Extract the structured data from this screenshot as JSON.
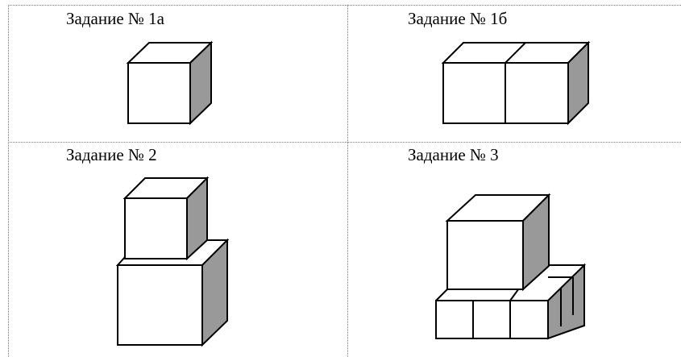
{
  "tasks": [
    {
      "label": "Задание № 1а"
    },
    {
      "label": "Задание № 1б"
    },
    {
      "label": "Задание № 2"
    },
    {
      "label": "Задание № 3"
    }
  ],
  "colors": {
    "cube_front": "#ffffff",
    "cube_top": "#ffffff",
    "cube_side": "#999999",
    "outline": "#000000",
    "table_lines": "#7a7a7a"
  }
}
